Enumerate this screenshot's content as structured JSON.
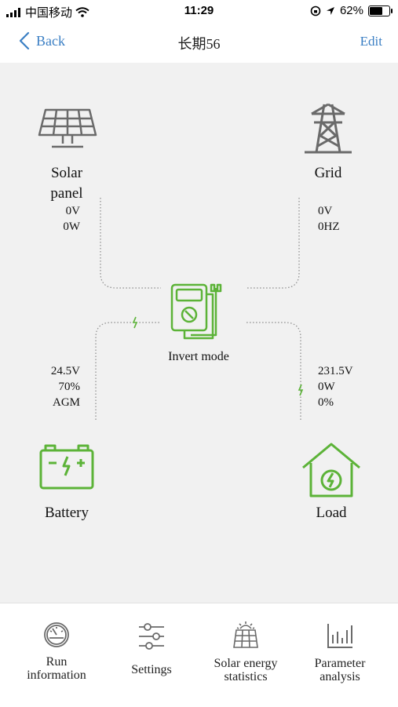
{
  "status_bar": {
    "carrier": "中国移动",
    "time": "11:29",
    "battery_percent": "62%",
    "battery_level": 0.62
  },
  "nav": {
    "back_label": "Back",
    "title": "长期56",
    "edit_label": "Edit"
  },
  "diagram": {
    "solar": {
      "label_line1": "Solar",
      "label_line2": "panel",
      "voltage": "0V",
      "power": "0W"
    },
    "grid": {
      "label": "Grid",
      "voltage": "0V",
      "frequency": "0HZ"
    },
    "inverter": {
      "mode_label": "Invert mode"
    },
    "battery": {
      "label": "Battery",
      "voltage": "24.5V",
      "percent": "70%",
      "type": "AGM"
    },
    "load": {
      "label": "Load",
      "voltage": "231.5V",
      "power": "0W",
      "percent": "0%"
    }
  },
  "colors": {
    "accent_blue": "#3b7fc4",
    "active_green": "#5cb338",
    "inactive_gray": "#6a6a6a",
    "panel_bg": "#f1f1f1"
  },
  "tabs": [
    {
      "line1": "Run",
      "line2": "information",
      "icon": "gauge-icon"
    },
    {
      "line1": "Settings",
      "line2": "",
      "icon": "sliders-icon"
    },
    {
      "line1": "Solar energy",
      "line2": "statistics",
      "icon": "solar-stats-icon"
    },
    {
      "line1": "Parameter",
      "line2": "analysis",
      "icon": "bar-chart-icon"
    }
  ]
}
